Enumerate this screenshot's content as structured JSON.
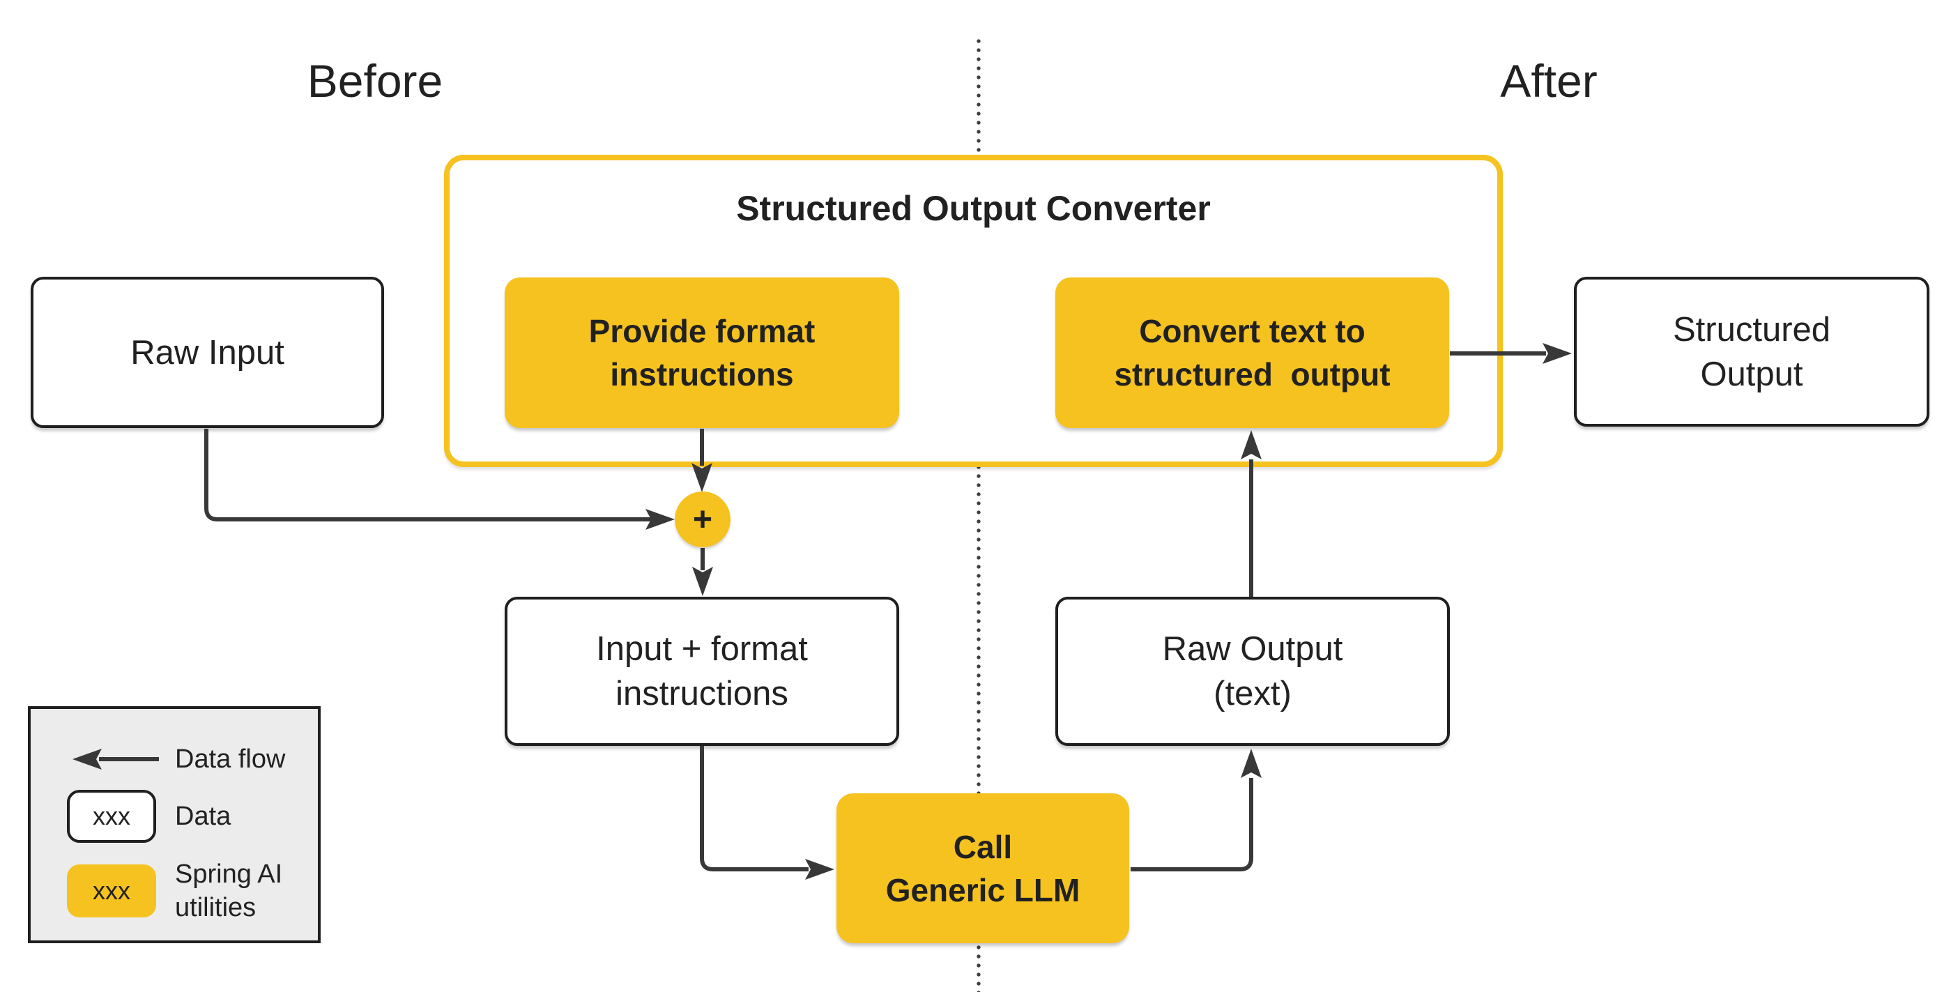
{
  "colors": {
    "accent_yellow": "#F5C21F",
    "node_border": "#1F1F1F",
    "arrow": "#383838",
    "text": "#212121",
    "legend_bg": "#ECECEC",
    "canvas_bg": "#FFFFFF"
  },
  "headers": {
    "before": "Before",
    "after": "After"
  },
  "converter": {
    "title": "Structured Output Converter",
    "provide_label": "Provide format\ninstructions",
    "convert_label": "Convert text to\nstructured  output"
  },
  "nodes": {
    "raw_input": "Raw Input",
    "structured_output": "Structured\nOutput",
    "input_plus_format": "Input + format\ninstructions",
    "raw_output": "Raw Output\n(text)",
    "call_llm": "Call\nGeneric LLM",
    "plus_sign": "+"
  },
  "legend": {
    "items": [
      {
        "icon": "data-flow-arrow",
        "label": "Data flow"
      },
      {
        "icon": "data-box",
        "sample": "xxx",
        "label": "Data"
      },
      {
        "icon": "spring-ai-box",
        "sample": "xxx",
        "label": "Spring AI\nutilities"
      }
    ]
  }
}
